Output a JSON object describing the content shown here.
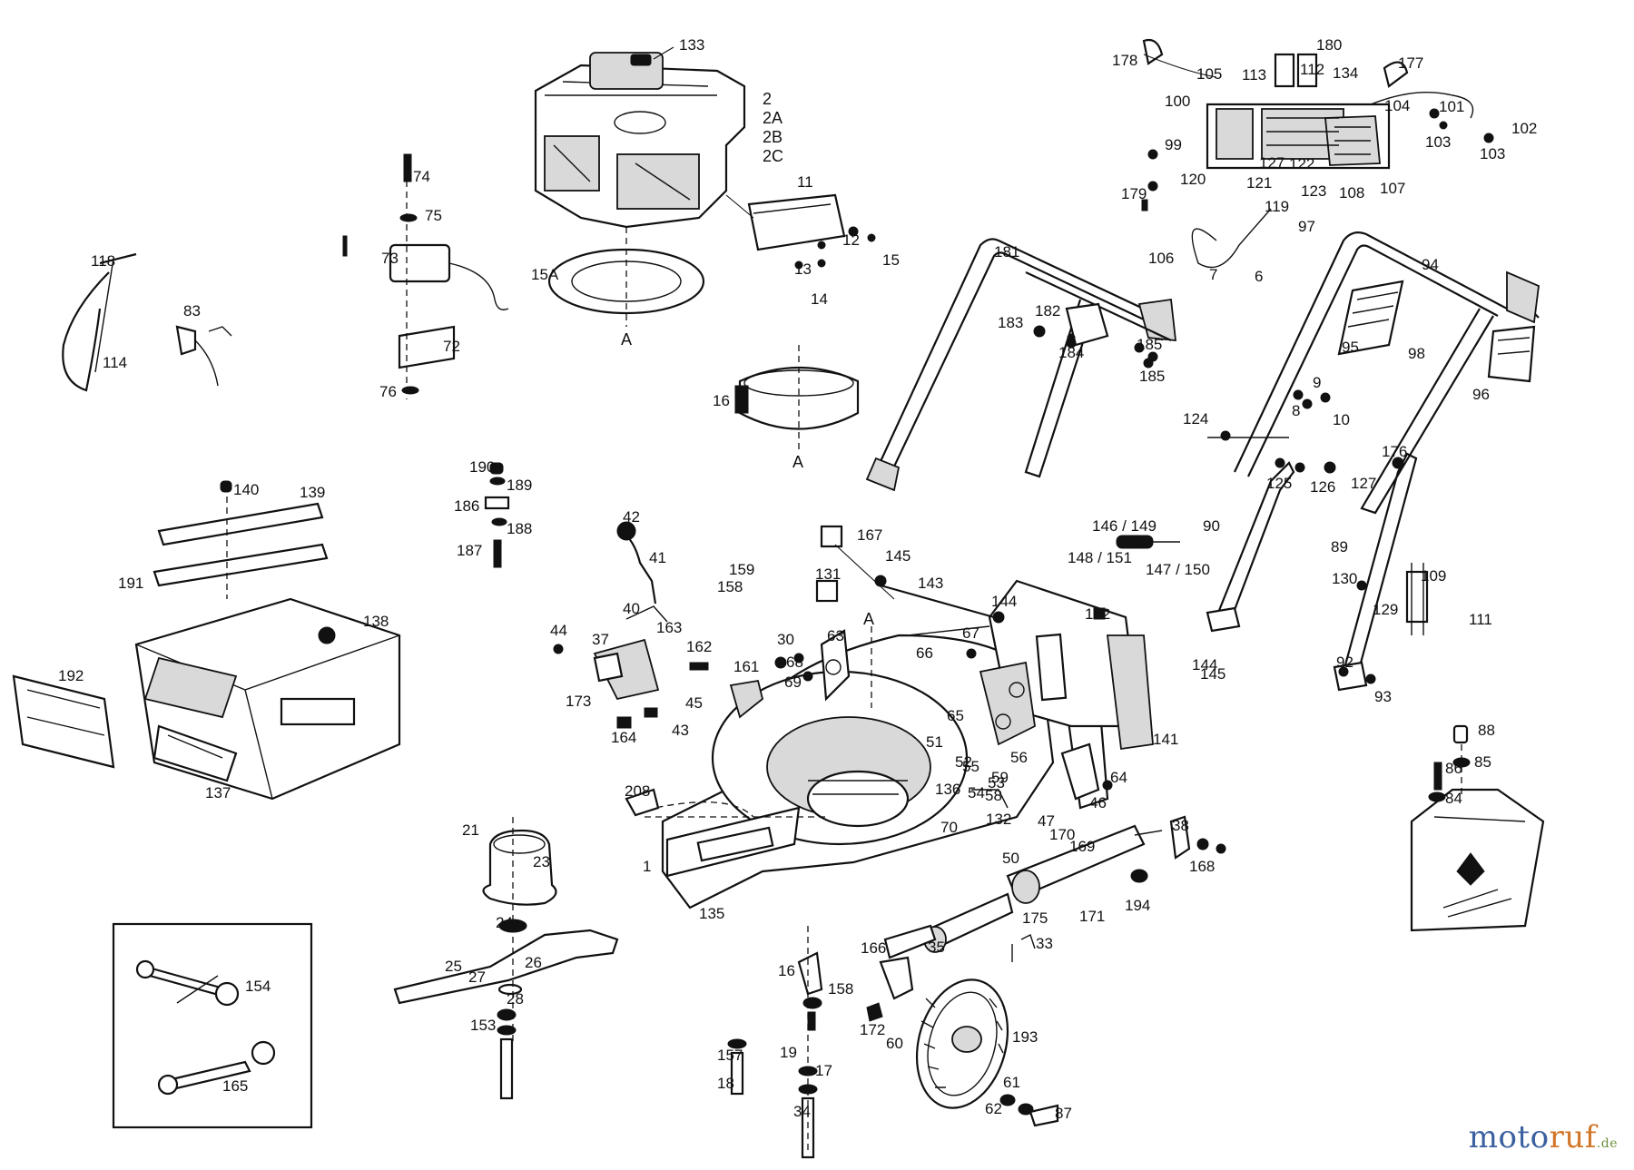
{
  "brand": {
    "part1": "moto",
    "part2": "ruf",
    "part3": ".de"
  },
  "engine_variants": [
    "2",
    "2A",
    "2B",
    "2C"
  ],
  "section_marks": [
    "A",
    "A",
    "A"
  ],
  "labels": [
    "133",
    "11",
    "12",
    "13",
    "14",
    "15",
    "15A",
    "16",
    "74",
    "75",
    "73",
    "72",
    "76",
    "118",
    "114",
    "83",
    "180",
    "178",
    "105",
    "113",
    "112",
    "134",
    "177",
    "100",
    "99",
    "104",
    "101",
    "102",
    "103",
    "103",
    "127",
    "122",
    "121",
    "120",
    "179",
    "119",
    "123",
    "108",
    "107",
    "106",
    "97",
    "7",
    "6",
    "94",
    "95",
    "98",
    "96",
    "181",
    "182",
    "183",
    "184",
    "185",
    "185",
    "9",
    "8",
    "10",
    "124",
    "125",
    "126",
    "127",
    "176",
    "90",
    "89",
    "109",
    "111",
    "130",
    "129",
    "92",
    "93",
    "140",
    "139",
    "191",
    "190",
    "189",
    "186",
    "188",
    "187",
    "42",
    "41",
    "40",
    "163",
    "159",
    "158",
    "167",
    "131",
    "145",
    "143",
    "144",
    "142",
    "66",
    "67",
    "44",
    "37",
    "162",
    "161",
    "30",
    "68",
    "69",
    "63",
    "141",
    "144",
    "145",
    "146 / 149",
    "148 / 151",
    "147 / 150",
    "138",
    "192",
    "137",
    "173",
    "43",
    "45",
    "164",
    "65",
    "51",
    "52",
    "55",
    "56",
    "59",
    "58",
    "54",
    "53",
    "136",
    "132",
    "70",
    "64",
    "46",
    "47",
    "169",
    "170",
    "171",
    "38",
    "168",
    "194",
    "50",
    "175",
    "33",
    "208",
    "21",
    "23",
    "1",
    "135",
    "24",
    "25",
    "26",
    "27",
    "28",
    "153",
    "154",
    "165",
    "166",
    "35",
    "16",
    "158",
    "157",
    "18",
    "19",
    "17",
    "34",
    "172",
    "60",
    "193",
    "61",
    "62",
    "87",
    "88",
    "85",
    "86",
    "84"
  ]
}
